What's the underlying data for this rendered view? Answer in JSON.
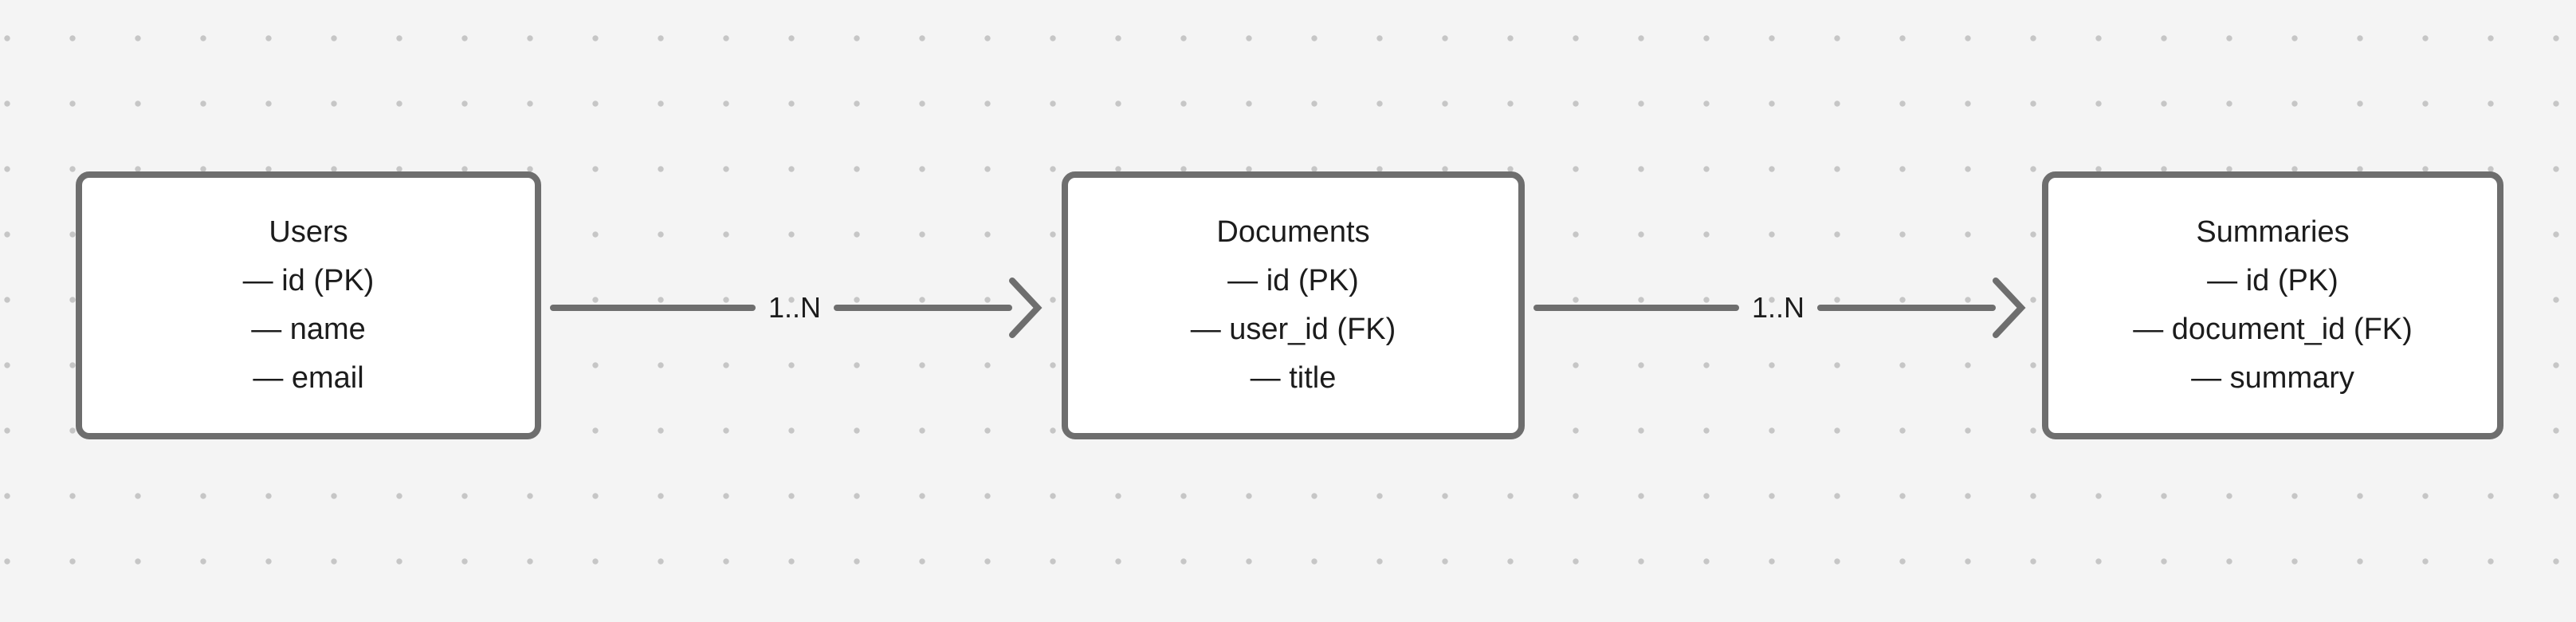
{
  "canvas": {
    "background_color": "#f4f4f4",
    "grid_dot_color": "#c6c6c6",
    "node_border_color": "#6e6e6e",
    "node_fill_color": "#ffffff",
    "edge_color": "#6e6e6e",
    "text_color": "#1c1c1c"
  },
  "nodes": [
    {
      "id": "users",
      "title": "Users",
      "fields": [
        "— id (PK)",
        "— name",
        "— email"
      ]
    },
    {
      "id": "documents",
      "title": "Documents",
      "fields": [
        "— id (PK)",
        "— user_id (FK)",
        "— title"
      ]
    },
    {
      "id": "summaries",
      "title": "Summaries",
      "fields": [
        "— id (PK)",
        "— document_id (FK)",
        "— summary"
      ]
    }
  ],
  "edges": [
    {
      "id": "users-documents",
      "from": "Users",
      "to": "Documents",
      "label": "1..N"
    },
    {
      "id": "documents-summaries",
      "from": "Documents",
      "to": "Summaries",
      "label": "1..N"
    }
  ]
}
